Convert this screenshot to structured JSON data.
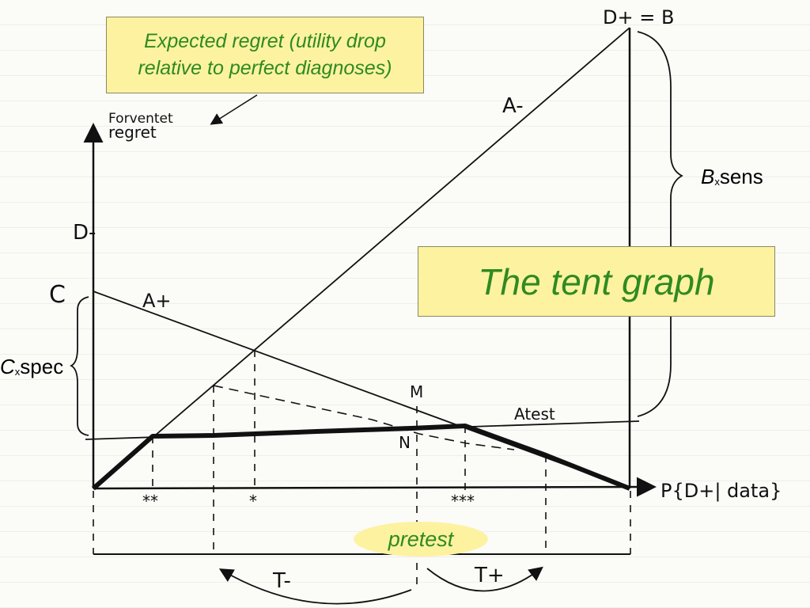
{
  "annotations": {
    "expected_regret": "Expected regret (utility drop relative to perfect diagnoses)",
    "title": "The tent graph",
    "pretest": "pretest",
    "bsens": {
      "symbol": "B",
      "sub": "x",
      "text": "sens"
    },
    "cspec": {
      "symbol": "C",
      "sub": "x",
      "text": "spec"
    }
  },
  "handwriting": {
    "y_axis_label_line1": "Forventet",
    "y_axis_label_line2": "regret",
    "d_minus": "D-",
    "d_plus_b": "D+ = B",
    "c": "C",
    "a_plus": "A+",
    "a_minus": "A-",
    "a_test": "Atest",
    "m": "M",
    "n": "N",
    "x_axis_label": "P{D+| data}",
    "mark_single": "*",
    "mark_double": "**",
    "mark_triple": "***",
    "t_minus": "T-",
    "t_plus": "T+"
  },
  "colors": {
    "annotation_box": "#fdf2a0",
    "annotation_text": "#2f8a22",
    "ink": "#111111"
  }
}
